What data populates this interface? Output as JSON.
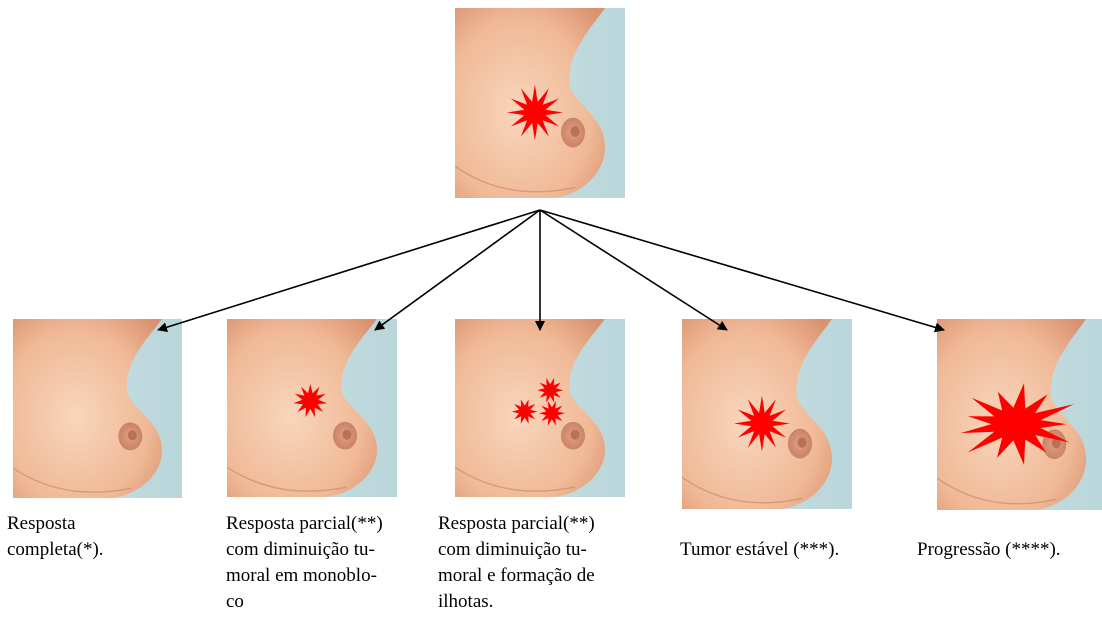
{
  "diagram": {
    "colors": {
      "background": "#ffffff",
      "skin_light": "#f6cfb2",
      "skin_dark": "#d9906e",
      "backdrop": "#c5dde0",
      "tumor": "#ff0000",
      "arrow": "#000000"
    },
    "tumor_states": {
      "top": "single-tumor",
      "panel_0": "none",
      "panel_1": "small-single-tumor",
      "panel_2": "three-small-islets",
      "panel_3": "single-tumor",
      "panel_4": "large-tumor"
    },
    "captions": [
      " Resposta\ncompleta(*).",
      "Resposta parcial(**)\ncom diminuição tu-\nmoral em monoblo-\nco",
      " Resposta parcial(**)\ncom diminuição tu-\nmoral e formação de\nilhotas.",
      "Tumor estável (***).",
      "Progressão (****)."
    ]
  }
}
